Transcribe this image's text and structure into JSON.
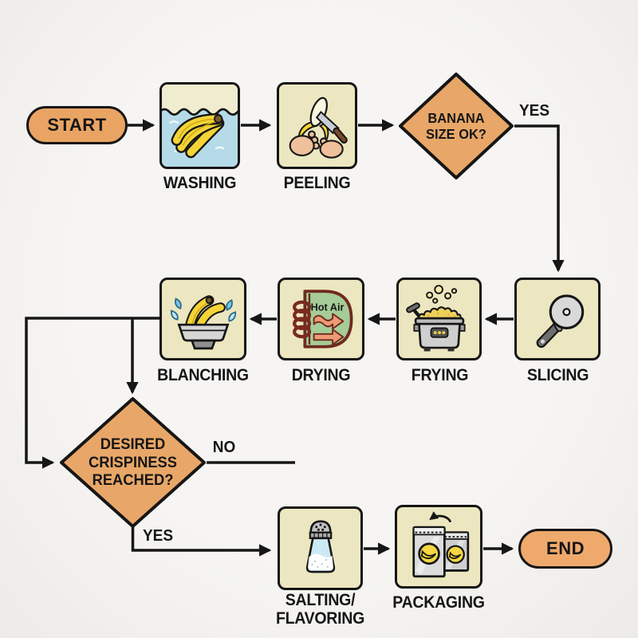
{
  "flowchart": {
    "nodes": {
      "start": {
        "type": "terminator",
        "label": "START"
      },
      "washing": {
        "type": "process",
        "label": "WASHING",
        "icon": "bananas-in-water-icon"
      },
      "peeling": {
        "type": "process",
        "label": "PEELING",
        "icon": "hands-peeling-banana-icon"
      },
      "banana_size": {
        "type": "decision",
        "lines": [
          "BANANA",
          "SIZE OK?"
        ]
      },
      "slicing": {
        "type": "process",
        "label": "SLICING",
        "icon": "slicer-wheel-icon"
      },
      "frying": {
        "type": "process",
        "label": "FRYING",
        "icon": "fryer-pot-icon"
      },
      "drying": {
        "type": "process",
        "label": "DRYING",
        "icon": "hot-air-dryer-icon",
        "icon_text": "Hot Air"
      },
      "blanching": {
        "type": "process",
        "label": "BLANCHING",
        "icon": "bananas-in-bowl-icon"
      },
      "crispiness": {
        "type": "decision",
        "lines": [
          "DESIRED",
          "CRISPINESS",
          "REACHED?"
        ]
      },
      "salting": {
        "type": "process",
        "lines": [
          "SALTING/",
          "FLAVORING"
        ],
        "icon": "salt-shaker-icon"
      },
      "packaging": {
        "type": "process",
        "label": "PACKAGING",
        "icon": "chip-bags-icon"
      },
      "end": {
        "type": "terminator",
        "label": "END"
      }
    },
    "edge_labels": {
      "banana_size_yes": "YES",
      "crispiness_no": "NO",
      "crispiness_yes": "YES"
    },
    "colors": {
      "background": "#F2F1EE",
      "process_fill": "#ECE7C0",
      "decision_fill": "#E8A768",
      "terminator_fill": "#E9A464",
      "node_border": "#161616",
      "arrow": "#161616",
      "water_blue": "#B5DBE8",
      "banana_yellow": "#F4D435",
      "dryer_green": "#A6CC97",
      "dryer_outline": "#6F2A1F",
      "hot_air_arrow": "#EC9B74",
      "metal_gray": "#CFCFCF",
      "skin_tone": "#EEC09C"
    }
  }
}
